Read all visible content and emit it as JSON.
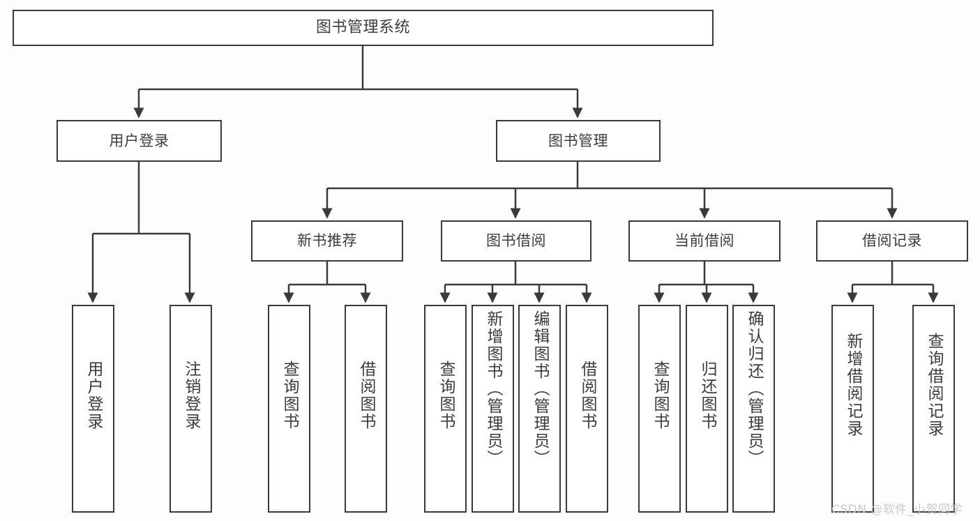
{
  "diagram": {
    "title": "图书管理系统",
    "type": "tree-hierarchy-chart",
    "stroke_color": "#3a3a3a",
    "text_color": "#3c3c3c",
    "background_color": "#fdfdfd"
  },
  "nodes": {
    "root": {
      "label": "图书管理系统"
    },
    "level2": [
      {
        "label": "用户登录"
      },
      {
        "label": "图书管理"
      }
    ],
    "level3": [
      {
        "label": "新书推荐"
      },
      {
        "label": "图书借阅"
      },
      {
        "label": "当前借阅"
      },
      {
        "label": "借阅记录"
      }
    ],
    "leaves_user_login": [
      {
        "label": "用户登录"
      },
      {
        "label": "注销登录"
      }
    ],
    "leaves_new_book": [
      {
        "label": "查询图书"
      },
      {
        "label": "借阅图书"
      }
    ],
    "leaves_borrow": [
      {
        "label": "查询图书"
      },
      {
        "label": "新增图书（管理员）"
      },
      {
        "label": "编辑图书（管理员）"
      },
      {
        "label": "借阅图书"
      }
    ],
    "leaves_current": [
      {
        "label": "查询图书"
      },
      {
        "label": "归还图书"
      },
      {
        "label": "确认归还（管理员）"
      }
    ],
    "leaves_record": [
      {
        "label": "新增借阅记录"
      },
      {
        "label": "查询借阅记录"
      }
    ]
  },
  "watermark": {
    "text": "CSDN @软件_小贺同学"
  }
}
